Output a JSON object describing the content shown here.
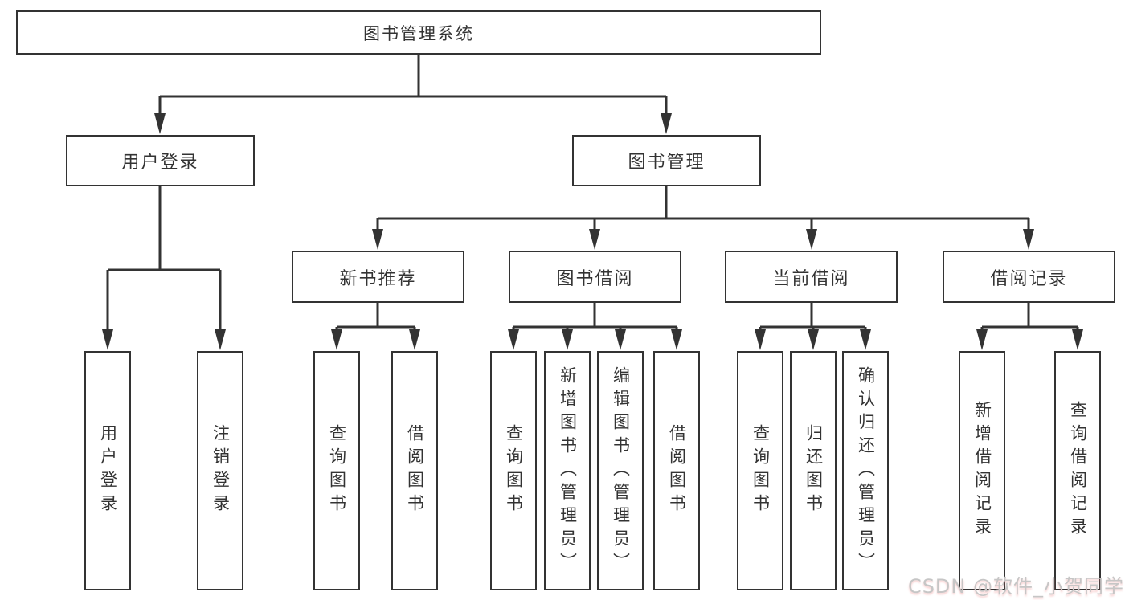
{
  "tree": {
    "label": "图书管理系统",
    "children": [
      {
        "label": "用户登录",
        "children": [
          {
            "label": "用户登录"
          },
          {
            "label": "注销登录"
          }
        ]
      },
      {
        "label": "图书管理",
        "children": [
          {
            "label": "新书推荐",
            "children": [
              {
                "label": "查询图书"
              },
              {
                "label": "借阅图书"
              }
            ]
          },
          {
            "label": "图书借阅",
            "children": [
              {
                "label": "查询图书"
              },
              {
                "label": "新增图书（管理员）"
              },
              {
                "label": "编辑图书（管理员）"
              },
              {
                "label": "借阅图书"
              }
            ]
          },
          {
            "label": "当前借阅",
            "children": [
              {
                "label": "查询图书"
              },
              {
                "label": "归还图书"
              },
              {
                "label": "确认归还（管理员）"
              }
            ]
          },
          {
            "label": "借阅记录",
            "children": [
              {
                "label": "新增借阅记录"
              },
              {
                "label": "查询借阅记录"
              }
            ]
          }
        ]
      }
    ]
  },
  "watermark": {
    "text": "CSDN @软件_小贺同学"
  },
  "colors": {
    "line": "#333333",
    "box_border": "#333333",
    "text": "#333333",
    "watermark": "#c6c6c6",
    "background": "#ffffff"
  }
}
